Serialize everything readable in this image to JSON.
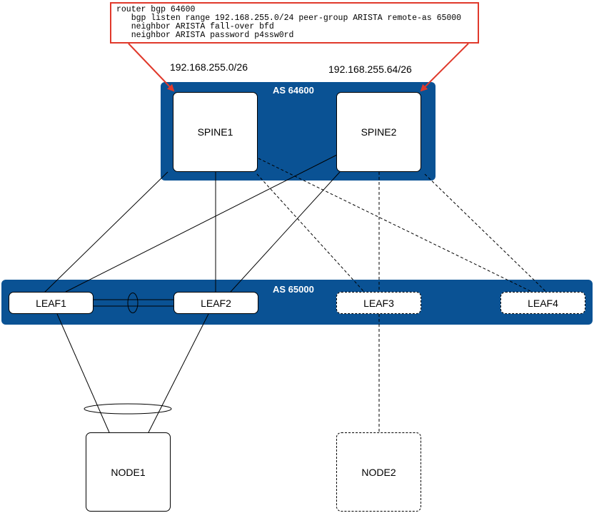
{
  "config": {
    "lines": [
      "router bgp 64600",
      "   bgp listen range 192.168.255.0/24 peer-group ARISTA remote-as 65000",
      "   neighbor ARISTA fall-over bfd",
      "   neighbor ARISTA password p4ssw0rd"
    ]
  },
  "subnets": {
    "spine1": "192.168.255.0/26",
    "spine2": "192.168.255.64/26"
  },
  "regions": {
    "spine_as": "AS 64600",
    "leaf_as": "AS 65000"
  },
  "nodes": {
    "spine1": "SPINE1",
    "spine2": "SPINE2",
    "leaf1": "LEAF1",
    "leaf2": "LEAF2",
    "leaf3": "LEAF3",
    "leaf4": "LEAF4",
    "node1": "NODE1",
    "node2": "NODE2"
  },
  "colors": {
    "region_fill": "#0a5294",
    "callout": "#e0392b"
  }
}
